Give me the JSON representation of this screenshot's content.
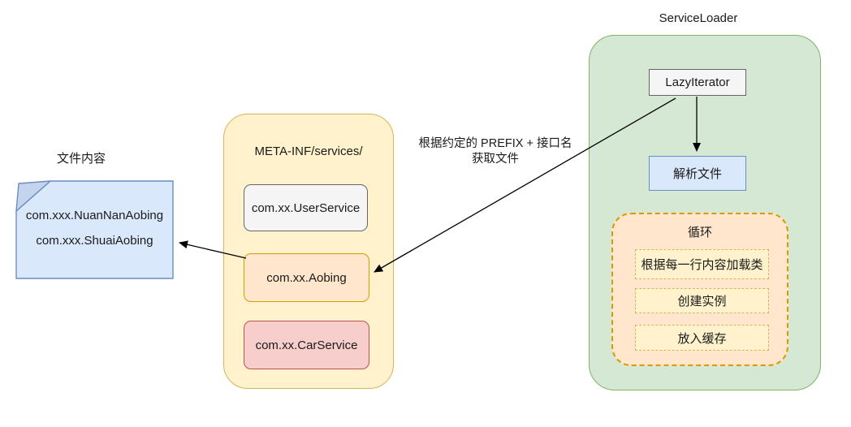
{
  "file_note": {
    "title": "文件内容",
    "lines": [
      "com.xxx.NuanNanAobing",
      "com.xxx.ShuaiAobing"
    ]
  },
  "meta_inf": {
    "title": "META-INF/services/",
    "items": [
      {
        "label": "com.xx.UserService",
        "variant": "gray"
      },
      {
        "label": "com.xx.Aobing",
        "variant": "orange"
      },
      {
        "label": "com.xx.CarService",
        "variant": "red"
      }
    ]
  },
  "service_loader": {
    "title": "ServiceLoader",
    "lazy_iterator": "LazyIterator",
    "parse_file": "解析文件",
    "loop": {
      "title": "循环",
      "steps": [
        "根据每一行内容加载类",
        "创建实例",
        "放入缓存"
      ]
    }
  },
  "edge_labels": {
    "fetch_file_line1": "根据约定的 PREFIX + 接口名",
    "fetch_file_line2": "获取文件"
  },
  "colors": {
    "yellow_fill": "#FFF2CC",
    "yellow_stroke": "#D6B656",
    "orange_fill": "#FFE6CC",
    "orange_stroke": "#D79B00",
    "red_fill": "#F8CECC",
    "red_stroke": "#B85450",
    "blue_fill": "#DAE8FC",
    "blue_stroke": "#6C8EBF",
    "green_fill": "#D5E8D4",
    "green_stroke": "#82B366",
    "gray_fill": "#F5F5F5",
    "gray_stroke": "#666666",
    "note_fold_fill": "#C3D4EC",
    "arrow_color": "#000000"
  }
}
